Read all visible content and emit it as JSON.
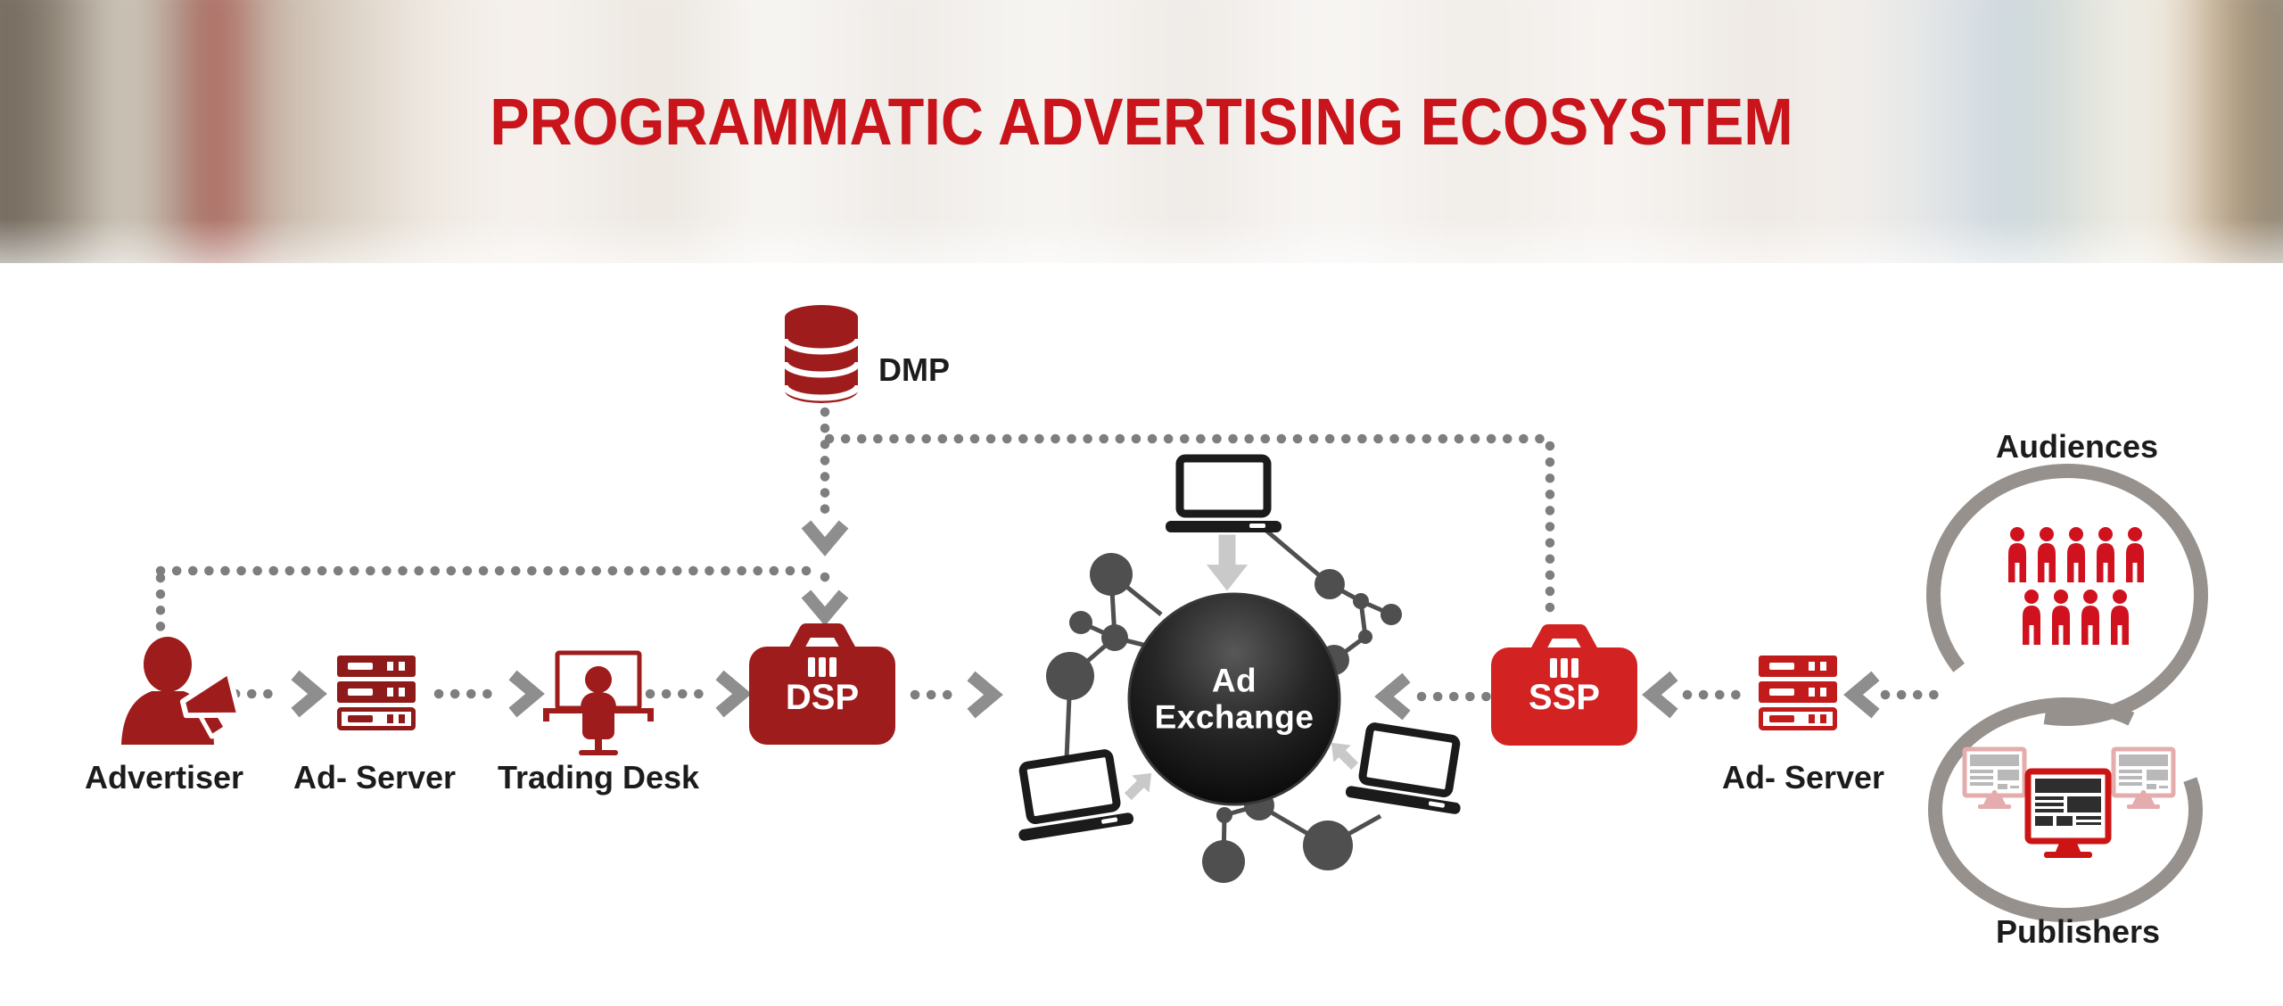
{
  "title": "PROGRAMMATIC ADVERTISING ECOSYSTEM",
  "nodes": {
    "dmp": {
      "label": "DMP"
    },
    "advertiser": {
      "label": "Advertiser"
    },
    "ad_server_left": {
      "label": "Ad- Server"
    },
    "trading_desk": {
      "label": "Trading Desk"
    },
    "dsp": {
      "label": "DSP"
    },
    "ad_exchange": {
      "line1": "Ad",
      "line2": "Exchange"
    },
    "ssp": {
      "label": "SSP"
    },
    "ad_server_right": {
      "label": "Ad- Server"
    },
    "audiences": {
      "label": "Audiences"
    },
    "publishers": {
      "label": "Publishers"
    }
  },
  "connections": [
    {
      "from": "DMP",
      "to": "DSP",
      "style": "dotted-arrow-down"
    },
    {
      "from": "DMP",
      "to": "SSP",
      "style": "dotted-line"
    },
    {
      "from": "Advertiser",
      "to": "DSP",
      "style": "dotted-line-over-top"
    },
    {
      "from": "Advertiser",
      "to": "Ad- Server",
      "style": "dotted-arrow-right"
    },
    {
      "from": "Ad- Server",
      "to": "Trading Desk",
      "style": "dotted-arrow-right"
    },
    {
      "from": "Trading Desk",
      "to": "DSP",
      "style": "dotted-arrow-right"
    },
    {
      "from": "DSP",
      "to": "Ad Exchange",
      "style": "dotted-arrow-right"
    },
    {
      "from": "SSP",
      "to": "Ad Exchange",
      "style": "dotted-arrow-left"
    },
    {
      "from": "Ad- Server (right)",
      "to": "SSP",
      "style": "dotted-arrow-left"
    },
    {
      "from": "Audiences / Publishers",
      "to": "Ad- Server (right)",
      "style": "dotted-arrow-left"
    }
  ],
  "colors": {
    "title_red": "#C8141A",
    "dark_red": "#9E1C1C",
    "bright_red": "#D32222",
    "server_red_left": "#8F1A1A",
    "server_red_right": "#C11B1B",
    "people_red": "#D0121F",
    "monitor_red": "#CC1414",
    "monitor_pink": "#E4ACAC",
    "dot_gray": "#7E7E7E",
    "chevron_gray": "#8E8E8E",
    "ring_gray": "#96918D",
    "network_gray": "#4F4F4F",
    "light_arrow_gray": "#C9C9C9",
    "laptop_black": "#1B1B1B",
    "label_black": "#1C1C1C"
  }
}
